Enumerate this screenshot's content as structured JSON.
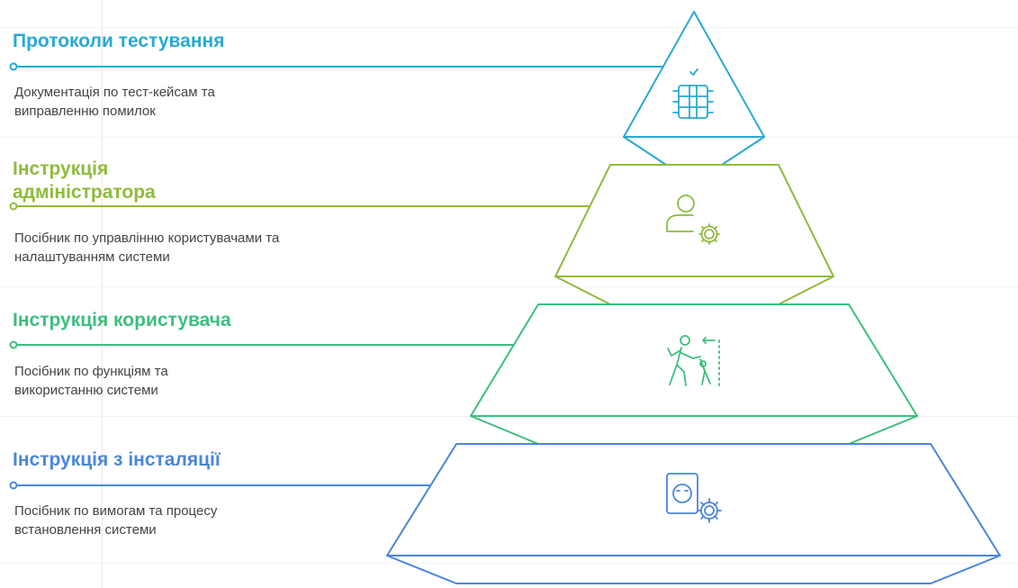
{
  "tiers": [
    {
      "title": "Протоколи тестування",
      "description": "Документація по тест-кейсам та виправленню помилок",
      "color": "#2aa9d2",
      "icon": "server-check-icon"
    },
    {
      "title": "Інструкція адміністратора",
      "description": "Посібник по управлінню користувачами та налаштуванням системи",
      "color": "#8fbb3e",
      "icon": "user-gear-icon"
    },
    {
      "title": "Інструкція користувача",
      "description": "Посібник по функціям та використанню системи",
      "color": "#3dbe7d",
      "icon": "person-walking-icon"
    },
    {
      "title": "Інструкція з інсталяції",
      "description": "Посібник по вимогам та процесу встановлення системи",
      "color": "#4a86dc",
      "icon": "install-gear-icon"
    }
  ]
}
